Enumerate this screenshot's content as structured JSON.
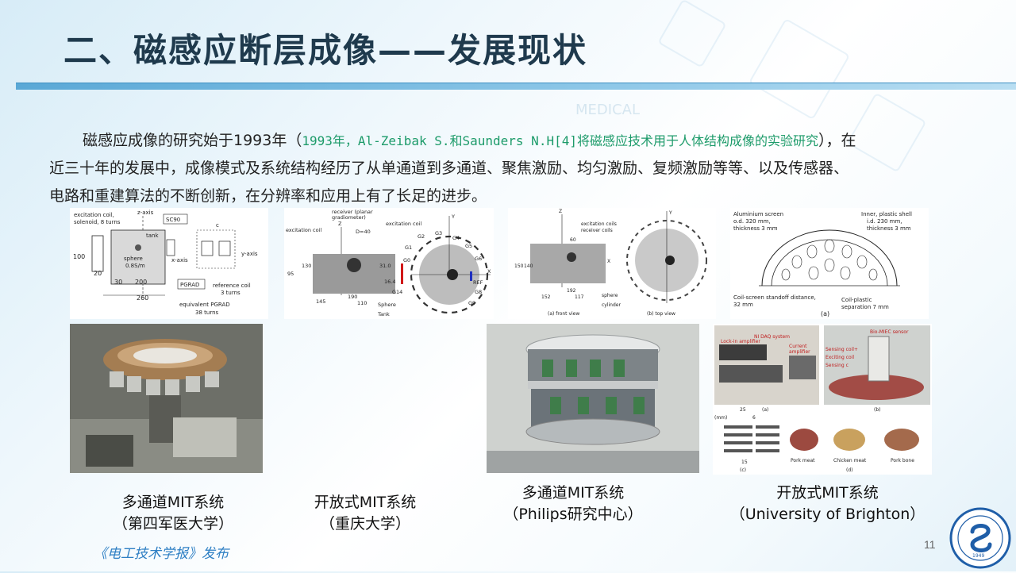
{
  "title": "二、磁感应断层成像——发展现状",
  "watermark": "MEDICAL",
  "paragraph": {
    "line1_before": "磁感应成像的研究始于1993年（",
    "line1_highlight": "1993年，Al-Zeibak S.和Saunders N.H[4]将磁感应技术用于人体结构成像的实验研究",
    "line1_after": "），在",
    "line2": "近三十年的发展中，成像模式及系统结构经历了从单通道到多通道、聚焦激励、均匀激励、复频激励等等、以及传感器、",
    "line3": "电路和重建算法的不断创新，在分辨率和应用上有了长足的进步。"
  },
  "figures": {
    "fig1": {
      "z_axis": "z-axis",
      "excitation": "excitation coil,",
      "excitation2": "solenoid, 8 turns",
      "sc90": "SC90",
      "tank": "tank",
      "sphere": "sphere",
      "sphere_cond": "0.8S/m",
      "x_axis": "x-axis",
      "y_axis": "y-axis",
      "pgrad": "PGRAD",
      "ref_coil": "reference coil",
      "ref_turns": "3 turns",
      "eq_pgrad": "equivalent PGRAD",
      "eq_turns": "38 turns",
      "d100": "100",
      "d20": "20",
      "d30": "30",
      "d200": "200",
      "d260": "260",
      "dc": "c"
    },
    "fig2": {
      "receiver": "receiver (planar",
      "receiver2": "gradiometer)",
      "excitation": "excitation coil",
      "excitation2": "excitation coil",
      "z": "Z",
      "y": "Y",
      "x": "X",
      "d40": "D=40",
      "d31": "31.0",
      "d16": "16.4",
      "d95": "95",
      "d130": "130",
      "d145": "145",
      "d190": "190",
      "d110": "110",
      "sphere": "Sphere",
      "tank": "Tank",
      "g": [
        "G0",
        "G1",
        "G2",
        "G3",
        "G4",
        "G5",
        "G6",
        "G8",
        "G9",
        "G14"
      ],
      "ref": "REF"
    },
    "fig3": {
      "z": "Z",
      "y": "Y",
      "x": "X",
      "excitation": "excitation coils",
      "receiver": "receiver coils",
      "sphere": "sphere",
      "cylinder": "cylinder",
      "d150": "150",
      "d140": "140",
      "d60": "60",
      "d192": "192",
      "d152": "152",
      "d117": "117",
      "front": "(a) front view",
      "top": "(b) top view"
    },
    "fig4": {
      "al": "Aluminium screen",
      "al2": "o.d. 320 mm,",
      "al3": "thickness 3 mm",
      "inner": "Inner, plastic shell",
      "inner2": "i.d. 230 mm,",
      "inner3": "thickness 3 mm",
      "coil_screen": "Coil-screen standoff distance,",
      "coil_screen2": "32 mm",
      "coil_plastic": "Coil-plastic",
      "coil_plastic2": "separation 7 mm",
      "a": "(a)"
    },
    "fig5": {
      "nidaq": "NI DAQ system",
      "lockin": "Lock-in amplifier",
      "current": "Current",
      "current2": "amplifier",
      "sensor": "Bio-MIEC sensor",
      "sensing": "Sensing coil+",
      "exciting": "Exciting coil",
      "sensing2": "Sensing c",
      "a": "(a)",
      "b": "(b)",
      "c": "(c)",
      "d": "(d)",
      "mm": "(mm)",
      "d25": "25",
      "d6": "6",
      "d15": "15",
      "pork": "Pork meat",
      "chicken": "Chicken meat",
      "bone": "Pork bone"
    }
  },
  "captions": {
    "c1_l1": "多通道MIT系统",
    "c1_l2": "（第四军医大学）",
    "c2_l1": "开放式MIT系统",
    "c2_l2": "（重庆大学）",
    "c3_l1": "多通道MIT系统",
    "c3_l2": "（Philips研究中心）",
    "c4_l1": "开放式MIT系统",
    "c4_l2": "（University of Brighton）"
  },
  "footer_ref": "《电工技术学报》发布",
  "page_number": "11",
  "logo": {
    "year": "1949",
    "label": "university-seal"
  },
  "colors": {
    "title": "#1f3a4d",
    "accent": "#5aa8d6",
    "highlight": "#1d9b6a",
    "footer": "#2e7fc4"
  }
}
